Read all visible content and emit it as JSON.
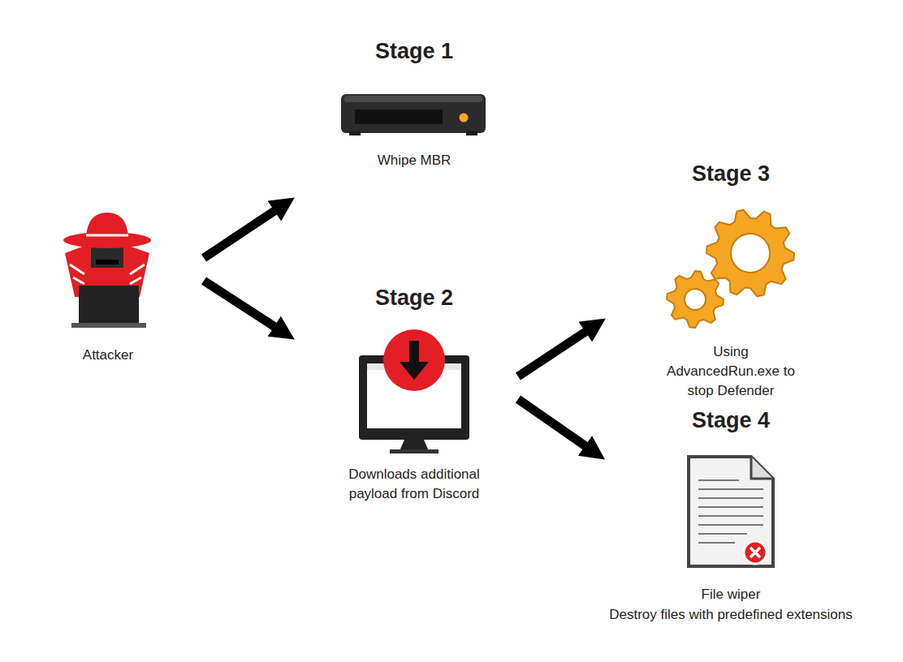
{
  "diagram": {
    "nodes": [
      {
        "text": [
          "Attacker"
        ]
      },
      {
        "text": [
          "Stage 1",
          "Whipe MBR"
        ]
      },
      {
        "text": [
          "Stage 2",
          "Downloads additional payload from Discord"
        ]
      },
      {
        "text": [
          "Stage 3",
          "Using AdvancedRun.exe to stop Defender"
        ]
      },
      {
        "text": [
          "Stage 4",
          "File wiper",
          "Destroy files with predefined extensions"
        ]
      }
    ],
    "edges": [
      {
        "from": 0,
        "to": 1,
        "arrow": "to"
      },
      {
        "from": 0,
        "to": 2,
        "arrow": "to"
      },
      {
        "from": 2,
        "to": 3,
        "arrow": "to"
      },
      {
        "from": 2,
        "to": 4,
        "arrow": "to"
      }
    ]
  }
}
